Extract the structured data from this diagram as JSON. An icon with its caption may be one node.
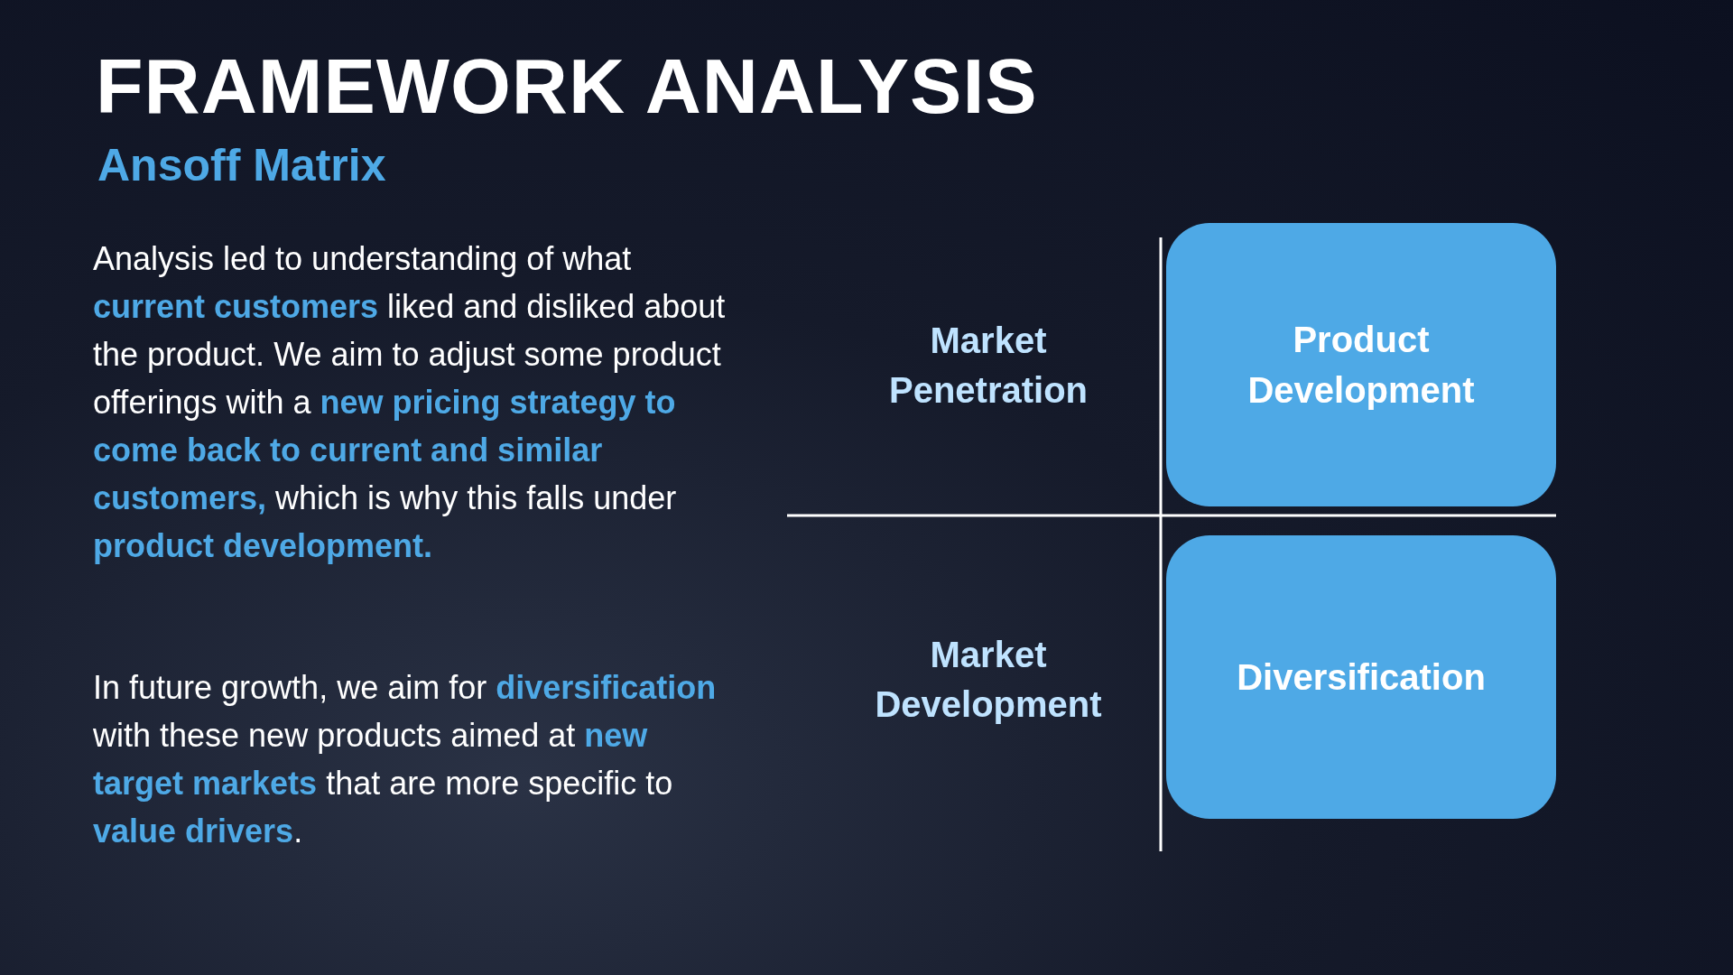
{
  "diagram": {
    "title": "FRAMEWORK ANALYSIS",
    "nodes": [
      {
        "text": [
          "Product Development"
        ]
      },
      {
        "text": [
          "Diversification"
        ]
      }
    ],
    "labels": [
      "Ansoff Matrix",
      "Analysis led to understanding of what **current customers** liked and disliked about the product. We aim to adjust some product offerings with a **new pricing strategy to come back to current and similar customers,** which is why this falls under **product development.**",
      "In future growth, we aim for **diversification** with these new products aimed at **new target markets** that are more specific to **value drivers**.",
      "Market Penetration",
      "Market Development"
    ]
  }
}
